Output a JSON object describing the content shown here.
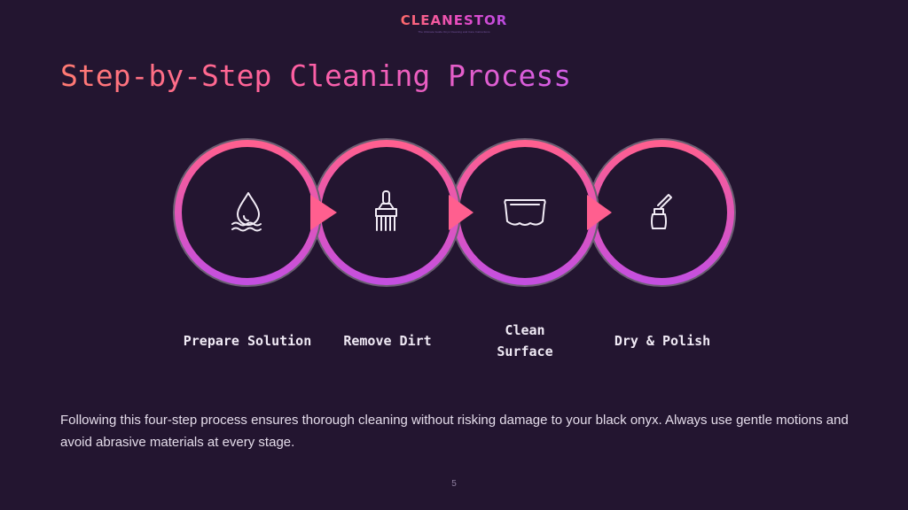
{
  "brand": {
    "name": "CLEANESTOR",
    "tagline": "The Ultimate Guide Onyx Cleaning and Care Instructions",
    "logo_colors": [
      "#ff6a6a",
      "#e94cc4",
      "#b94be0"
    ]
  },
  "slide": {
    "title": "Step-by-Step Cleaning Process",
    "steps": [
      {
        "label": "Prepare Solution",
        "icon": "water-drop-icon"
      },
      {
        "label": "Remove Dirt",
        "icon": "brush-icon"
      },
      {
        "label": "Clean Surface",
        "icon": "cloth-icon"
      },
      {
        "label": "Dry & Polish",
        "icon": "polish-bottle-icon"
      }
    ],
    "description": "Following this four-step process ensures thorough cleaning without risking damage to your black onyx. Always use gentle motions and avoid abrasive materials at every stage.",
    "page_number": "5"
  },
  "colors": {
    "background": "#231530",
    "ring_top": "#ff5f8f",
    "ring_bottom": "#c44fe0",
    "ring_outline": "#6b5f73"
  }
}
